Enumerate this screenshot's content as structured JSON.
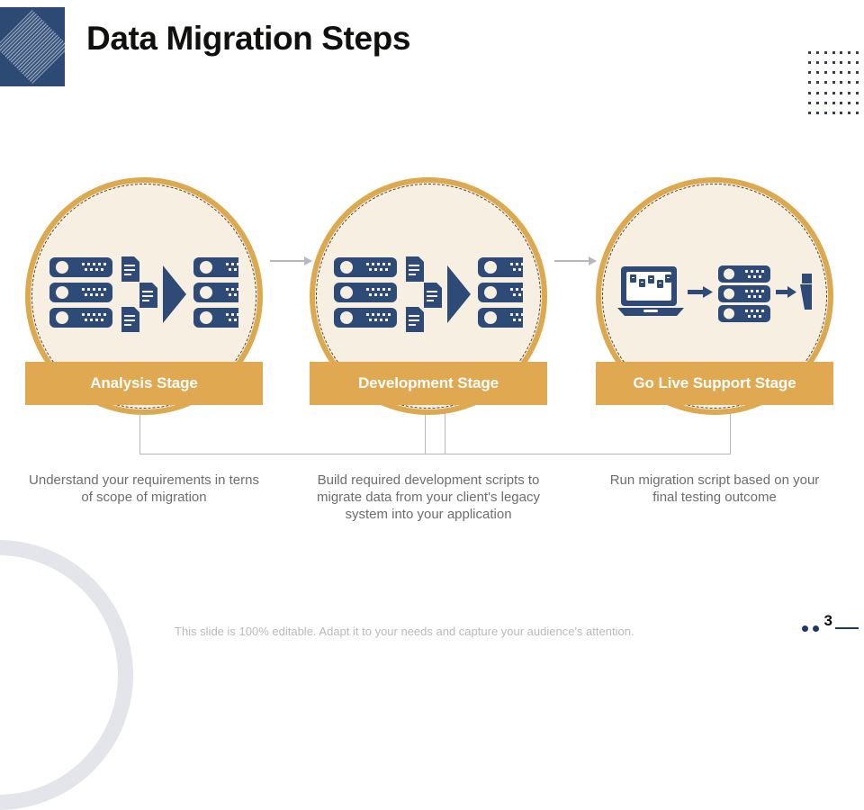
{
  "header": {
    "title": "Data Migration Steps",
    "logo_icon": "diamond-logo"
  },
  "decor": {
    "dot_grid_icon": "dot-grid",
    "arc_icon": "quarter-circle-arc",
    "dot_grid_rows": 7,
    "dot_grid_cols": 7
  },
  "colors": {
    "gold": "#E0A850",
    "gold_ring": "#DDA94E",
    "cream": "#F7EFE2",
    "navy": "#2D4A75",
    "icon_navy": "#2E4A77",
    "logo_navy": "#2D4A75",
    "text_gray": "#6D6D6D",
    "footer_gray": "#B9B9B9",
    "connector_gray": "#B5B8BD",
    "arc_gray": "#E3E5EB",
    "page_navy": "#1F3864"
  },
  "stages": [
    {
      "label": "Analysis Stage",
      "description": "Understand your requirements in terns of scope of migration",
      "art": "servers-documents-arrow-servers",
      "icons": [
        "server-rack-icon",
        "document-icon",
        "arrow-right-icon",
        "server-rack-icon"
      ]
    },
    {
      "label": "Development Stage",
      "description": "Build required development scripts to migrate data from your client's legacy system into your application",
      "art": "servers-documents-arrow-servers",
      "icons": [
        "server-rack-icon",
        "document-icon",
        "arrow-right-icon",
        "server-rack-icon"
      ]
    },
    {
      "label": "Go Live Support Stage",
      "description": "Run migration script based on your final testing outcome",
      "art": "laptop-arrow-server-arrow-folder",
      "icons": [
        "laptop-icon",
        "arrow-right-icon",
        "server-rack-icon",
        "arrow-right-icon",
        "folder-icon"
      ]
    }
  ],
  "footer": {
    "note": "This slide is 100% editable. Adapt it to your needs and capture your audience's attention.",
    "page_number": "3"
  }
}
